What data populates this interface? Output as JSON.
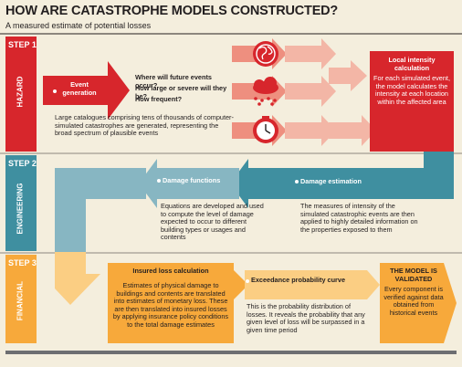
{
  "title": "HOW ARE CATASTROPHE MODELS CONSTRUCTED?",
  "subtitle": "A measured estimate of potential losses",
  "colors": {
    "hazard": "#d7262c",
    "hazard_light": "#ee8f7f",
    "engineering": "#3f8fa0",
    "engineering_light": "#87b6c2",
    "financial": "#f7a93b",
    "financial_light": "#fbce83",
    "background": "#f4eedd"
  },
  "steps": [
    {
      "step_label": "STEP 1",
      "section_label": "HAZARD",
      "event_generation": "Event generation",
      "questions": [
        "Where will future events occur?",
        "How large or severe will they be?",
        "How frequent?"
      ],
      "icons": [
        "globe-icon",
        "storm-cloud-icon",
        "clock-icon"
      ],
      "catalogue_text": "Large catalogues comprising tens of thousands of computer-simulated catastrophes are generated, representing the broad spectrum of plausible events",
      "local_intensity_title": "Local intensity calculation",
      "local_intensity_text": "For each simulated event, the model calculates the intensity at each location within the affected area"
    },
    {
      "step_label": "STEP 2",
      "section_label": "ENGINEERING",
      "damage_estimation_title": "Damage estimation",
      "damage_estimation_text": "The measures of intensity of the simulated catastrophic events are then applied to highly detailed information on the properties exposed to them",
      "damage_functions_title": "Damage functions",
      "damage_functions_text": "Equations are developed and used to compute the level of damage expected to occur to different building types or usages and contents"
    },
    {
      "step_label": "STEP 3",
      "section_label": "FINANCIAL",
      "insured_loss_title": "Insured loss calculation",
      "insured_loss_text": "Estimates of physical damage to buildings and contents are translated into estimates of monetary loss. These are then translated into insured losses by applying insurance policy conditions to the total damage estimates",
      "exceedance_title": "Exceedance probability curve",
      "exceedance_text": "This is the probability distribution of losses. It reveals the probability that any given level of loss will be surpassed in a given time period",
      "validated_title": "THE MODEL IS VALIDATED",
      "validated_text": "Every component is verified against data obtained from historical events"
    }
  ]
}
